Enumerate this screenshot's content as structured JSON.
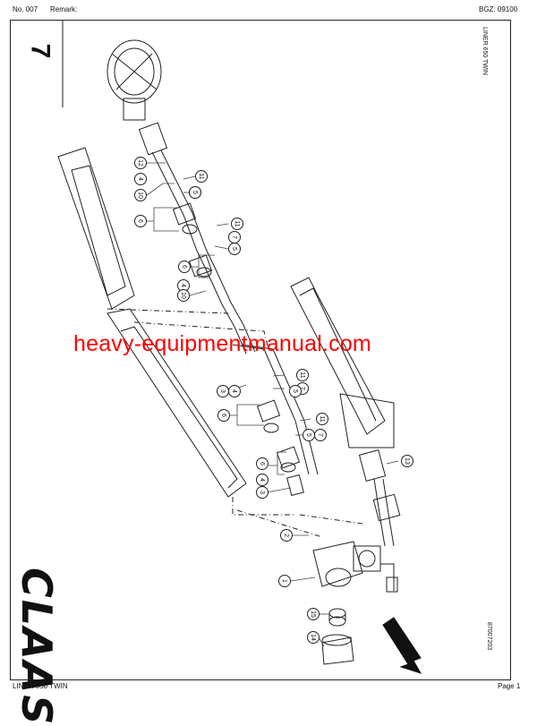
{
  "header": {
    "doc_number": "No. 007",
    "remark_label": "Remark:",
    "bgz": "BGZ: 09100"
  },
  "footer": {
    "model": "LINER 650 TWIN",
    "page": "Page 1"
  },
  "sheet": {
    "sheet_number": "7",
    "model_vertical": "LINER 650 TWIN",
    "drawing_number": "87007203",
    "brand": "CLAAS"
  },
  "watermark": "heavy-equipmentmanual.com",
  "callouts": [
    "1",
    "2",
    "3",
    "4",
    "5",
    "6",
    "7",
    "10",
    "11",
    "12",
    "13",
    "14",
    "15"
  ]
}
